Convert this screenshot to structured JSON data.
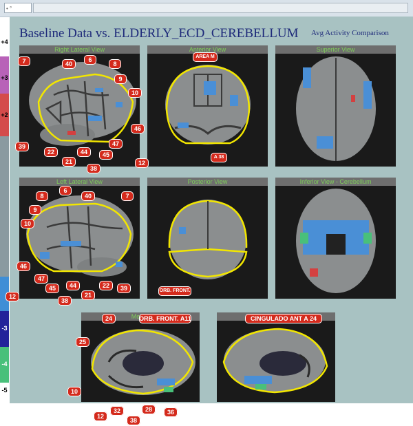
{
  "window": {
    "field_text": "• °"
  },
  "header": {
    "title": "Baseline Data vs. ELDERLY_ECD_CEREBELLUM",
    "subtitle": "Avg Activity Comparison"
  },
  "scale": {
    "labels": [
      "+4",
      "+3",
      "+2",
      "-3",
      "-4",
      "-5"
    ],
    "colors": {
      "white": "#ffffff",
      "magenta": "#b862b8",
      "red": "#d44b4b",
      "gray": "#8a9aa0",
      "light_blue": "#3f8ed6",
      "dark_blue": "#23239a",
      "green": "#49c07a"
    }
  },
  "panels": {
    "right_lateral": {
      "title": "Right Lateral View"
    },
    "anterior": {
      "title": "Anterior View"
    },
    "superior": {
      "title": "Superior View"
    },
    "left_lateral": {
      "title": "Left Lateral View"
    },
    "posterior": {
      "title": "Posterior View"
    },
    "inferior": {
      "title": "Inferior View - Cerebellum"
    },
    "medial_left": {
      "title": "Medial"
    },
    "medial_right": {
      "title": ""
    }
  },
  "labels": {
    "rl": [
      "7",
      "40",
      "6",
      "8",
      "9",
      "10",
      "46",
      "47",
      "12",
      "38",
      "45",
      "44",
      "21",
      "22",
      "39"
    ],
    "ll": [
      "8",
      "6",
      "40",
      "7",
      "9",
      "10",
      "46",
      "47",
      "45",
      "38",
      "44",
      "21",
      "22",
      "39",
      "12"
    ],
    "ant": [
      "AREA M",
      "A 38"
    ],
    "post": [
      "ORB. FRONT."
    ],
    "med": [
      "24",
      "ORB. FRONT. A11",
      "25",
      "10",
      "12",
      "32",
      "38",
      "28",
      "36"
    ],
    "medr": [
      "CINGULADO ANT A 24"
    ]
  }
}
